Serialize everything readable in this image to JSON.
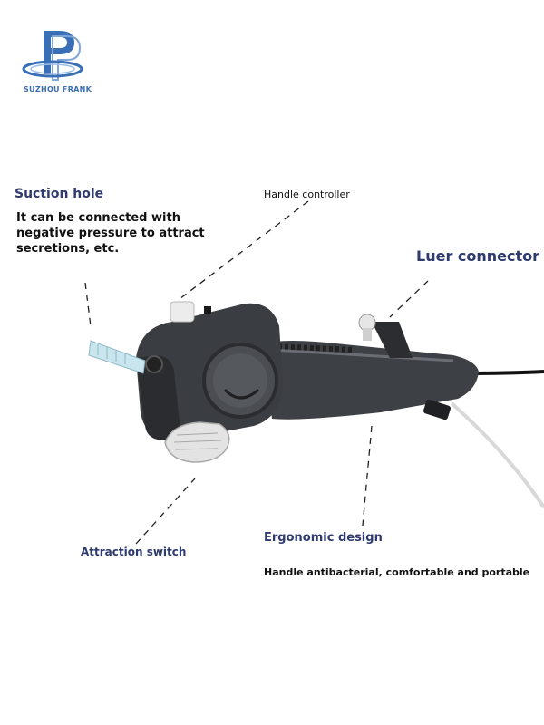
{
  "brand": {
    "name": "SUZHOU FRANK",
    "accent": "#3b6fb5"
  },
  "callouts": {
    "suction_hole": {
      "title": "Suction hole",
      "description": "It can be connected with negative pressure to attract secretions, etc."
    },
    "handle_controller": {
      "title": "Handle controller"
    },
    "luer_connector": {
      "title": "Luer connector"
    },
    "attraction_switch": {
      "title": "Attraction switch"
    },
    "ergonomic_design": {
      "title": "Ergonomic design",
      "description": "Handle antibacterial, comfortable and portable"
    }
  },
  "colors": {
    "heading": "#2f3a6e",
    "body": "#111111",
    "device": "#3a3d42"
  }
}
